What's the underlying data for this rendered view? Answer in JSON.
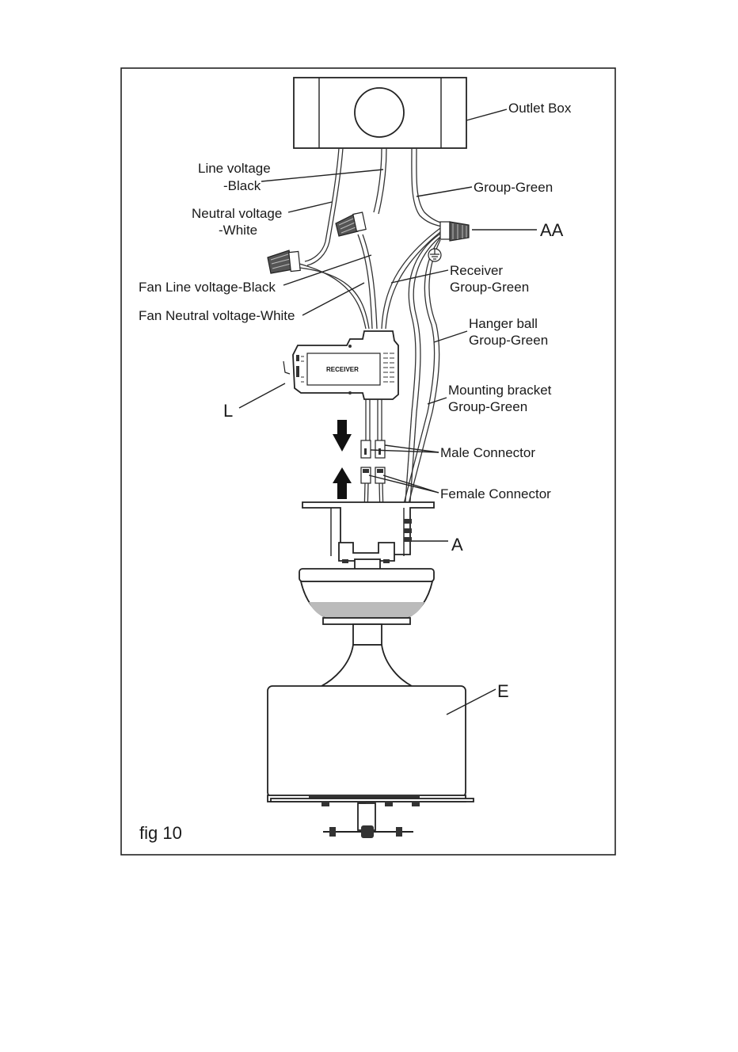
{
  "figure_label": "fig 10",
  "labels": {
    "outlet_box": "Outlet Box",
    "line_voltage_1": "Line voltage",
    "line_voltage_2": "-Black",
    "neutral_voltage_1": "Neutral voltage",
    "neutral_voltage_2": "-White",
    "group_green": "Group-Green",
    "aa": "AA",
    "fan_line_voltage": "Fan Line voltage-Black",
    "receiver_1": "Receiver",
    "receiver_2": "Group-Green",
    "fan_neutral_voltage": "Fan Neutral voltage-White",
    "hanger_ball_1": "Hanger ball",
    "hanger_ball_2": "Group-Green",
    "mounting_bracket_1": "Mounting bracket",
    "mounting_bracket_2": "Group-Green",
    "l": "L",
    "male_connector": "Male Connector",
    "female_connector": "Female Connector",
    "a": "A",
    "e": "E",
    "receiver_text": "RECEIVER"
  },
  "colors": {
    "line": "#222222",
    "background": "#ffffff",
    "shade": "#bbbbbb"
  },
  "icons": [
    "ground-symbol-icon",
    "arrow-down-icon",
    "arrow-up-icon"
  ]
}
